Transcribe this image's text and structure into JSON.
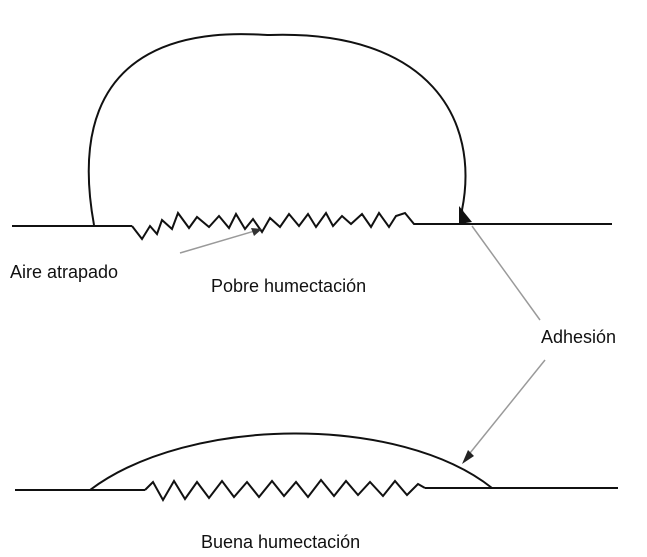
{
  "labels": {
    "trapped_air": "Aire atrapado",
    "poor_wetting": "Pobre humectación",
    "adhesion": "Adhesión",
    "good_wetting": "Buena humectación"
  },
  "colors": {
    "stroke": "#111111",
    "pointer": "#9a9a9a",
    "text": "#111111"
  }
}
